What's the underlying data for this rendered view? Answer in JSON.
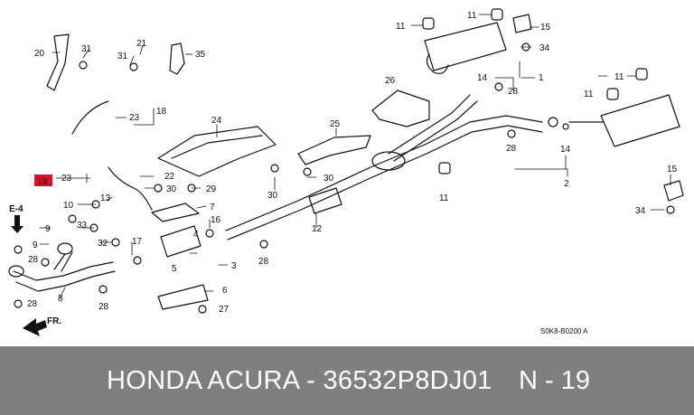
{
  "diagram": {
    "highlight_color": "#e0102a",
    "line_color": "#111111",
    "code_label": "S0K8-B0200 A",
    "front_label": "FR.",
    "section_label": "E-4",
    "callouts": [
      {
        "id": "c20",
        "text": "20"
      },
      {
        "id": "c31a",
        "text": "31"
      },
      {
        "id": "c21",
        "text": "21"
      },
      {
        "id": "c31b",
        "text": "31"
      },
      {
        "id": "c35",
        "text": "35"
      },
      {
        "id": "c11a",
        "text": "11"
      },
      {
        "id": "c11b",
        "text": "11"
      },
      {
        "id": "c15a",
        "text": "15"
      },
      {
        "id": "c34a",
        "text": "34"
      },
      {
        "id": "c14a",
        "text": "14"
      },
      {
        "id": "c1",
        "text": "1"
      },
      {
        "id": "c28a",
        "text": "28"
      },
      {
        "id": "c26",
        "text": "26"
      },
      {
        "id": "c11c",
        "text": "11"
      },
      {
        "id": "c11d",
        "text": "11"
      },
      {
        "id": "c18",
        "text": "18"
      },
      {
        "id": "c23a",
        "text": "23"
      },
      {
        "id": "c24",
        "text": "24"
      },
      {
        "id": "c25",
        "text": "25"
      },
      {
        "id": "c28b",
        "text": "28"
      },
      {
        "id": "c14b",
        "text": "14"
      },
      {
        "id": "c2",
        "text": "2"
      },
      {
        "id": "c15b",
        "text": "15"
      },
      {
        "id": "c34b",
        "text": "34"
      },
      {
        "id": "c19",
        "text": "19"
      },
      {
        "id": "c23b",
        "text": "23"
      },
      {
        "id": "c22",
        "text": "22"
      },
      {
        "id": "c30a",
        "text": "30"
      },
      {
        "id": "c29",
        "text": "29"
      },
      {
        "id": "c30b",
        "text": "30"
      },
      {
        "id": "c30c",
        "text": "30"
      },
      {
        "id": "c11e",
        "text": "11"
      },
      {
        "id": "c10",
        "text": "10"
      },
      {
        "id": "c13",
        "text": "13"
      },
      {
        "id": "c7",
        "text": "7"
      },
      {
        "id": "c9a",
        "text": "9"
      },
      {
        "id": "c33",
        "text": "33"
      },
      {
        "id": "c32",
        "text": "32"
      },
      {
        "id": "c17",
        "text": "17"
      },
      {
        "id": "c16",
        "text": "16"
      },
      {
        "id": "c4",
        "text": "4"
      },
      {
        "id": "c12",
        "text": "12"
      },
      {
        "id": "c9b",
        "text": "9"
      },
      {
        "id": "c28c",
        "text": "28"
      },
      {
        "id": "c5",
        "text": "5"
      },
      {
        "id": "c3",
        "text": "3"
      },
      {
        "id": "c28d",
        "text": "28"
      },
      {
        "id": "c8",
        "text": "8"
      },
      {
        "id": "c6",
        "text": "6"
      },
      {
        "id": "c28e",
        "text": "28"
      },
      {
        "id": "c27",
        "text": "27"
      },
      {
        "id": "c28f",
        "text": "28"
      }
    ]
  },
  "footer": {
    "title": "HONDA ACURA - 36532P8DJ01",
    "part_ref": "N - 19"
  }
}
